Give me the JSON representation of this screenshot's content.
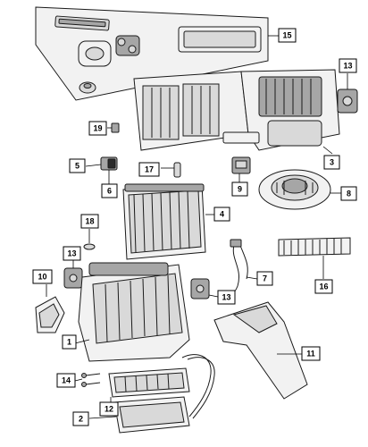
{
  "callouts": {
    "c1": "1",
    "c2": "2",
    "c3": "3",
    "c4": "4",
    "c5": "5",
    "c6": "6",
    "c7": "7",
    "c8": "8",
    "c9": "9",
    "c10": "10",
    "c11": "11",
    "c12": "12",
    "c13a": "13",
    "c13b": "13",
    "c13c": "13",
    "c14": "14",
    "c15": "15",
    "c16": "16",
    "c17": "17",
    "c18": "18",
    "c19": "19"
  }
}
